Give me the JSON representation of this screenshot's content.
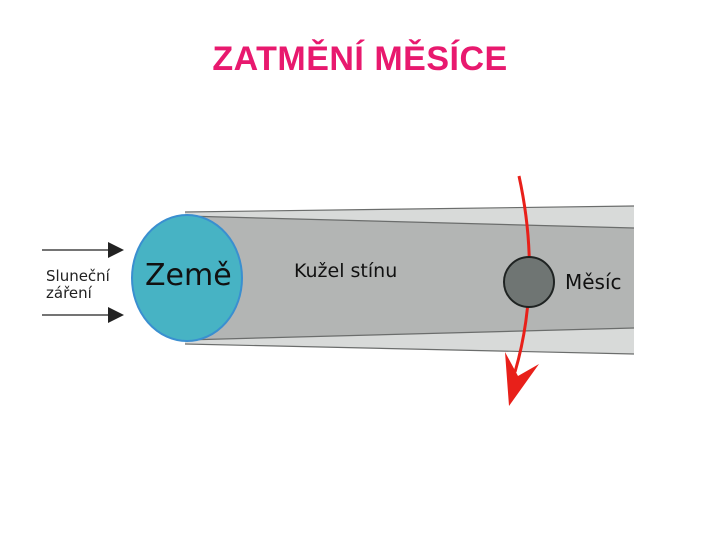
{
  "title": "ZATMĚNÍ MĚSÍCE",
  "colors": {
    "title": "#e8196e",
    "earth_fill": "#47b3c4",
    "earth_stroke": "#3a8fd0",
    "umbra": "#b3b5b4",
    "penumbra": "#d8dad9",
    "moon": "#6f7573",
    "orbit_arrow": "#e8201a"
  },
  "icons": {
    "sun_rays": "arrow-right-icon",
    "orbit": "curved-arrow-down-icon"
  },
  "labels": {
    "sunlight_line1": "Sluneční",
    "sunlight_line2": "záření",
    "earth": "Země",
    "shadow_cone": "Kužel stínu",
    "moon": "Měsíc"
  }
}
